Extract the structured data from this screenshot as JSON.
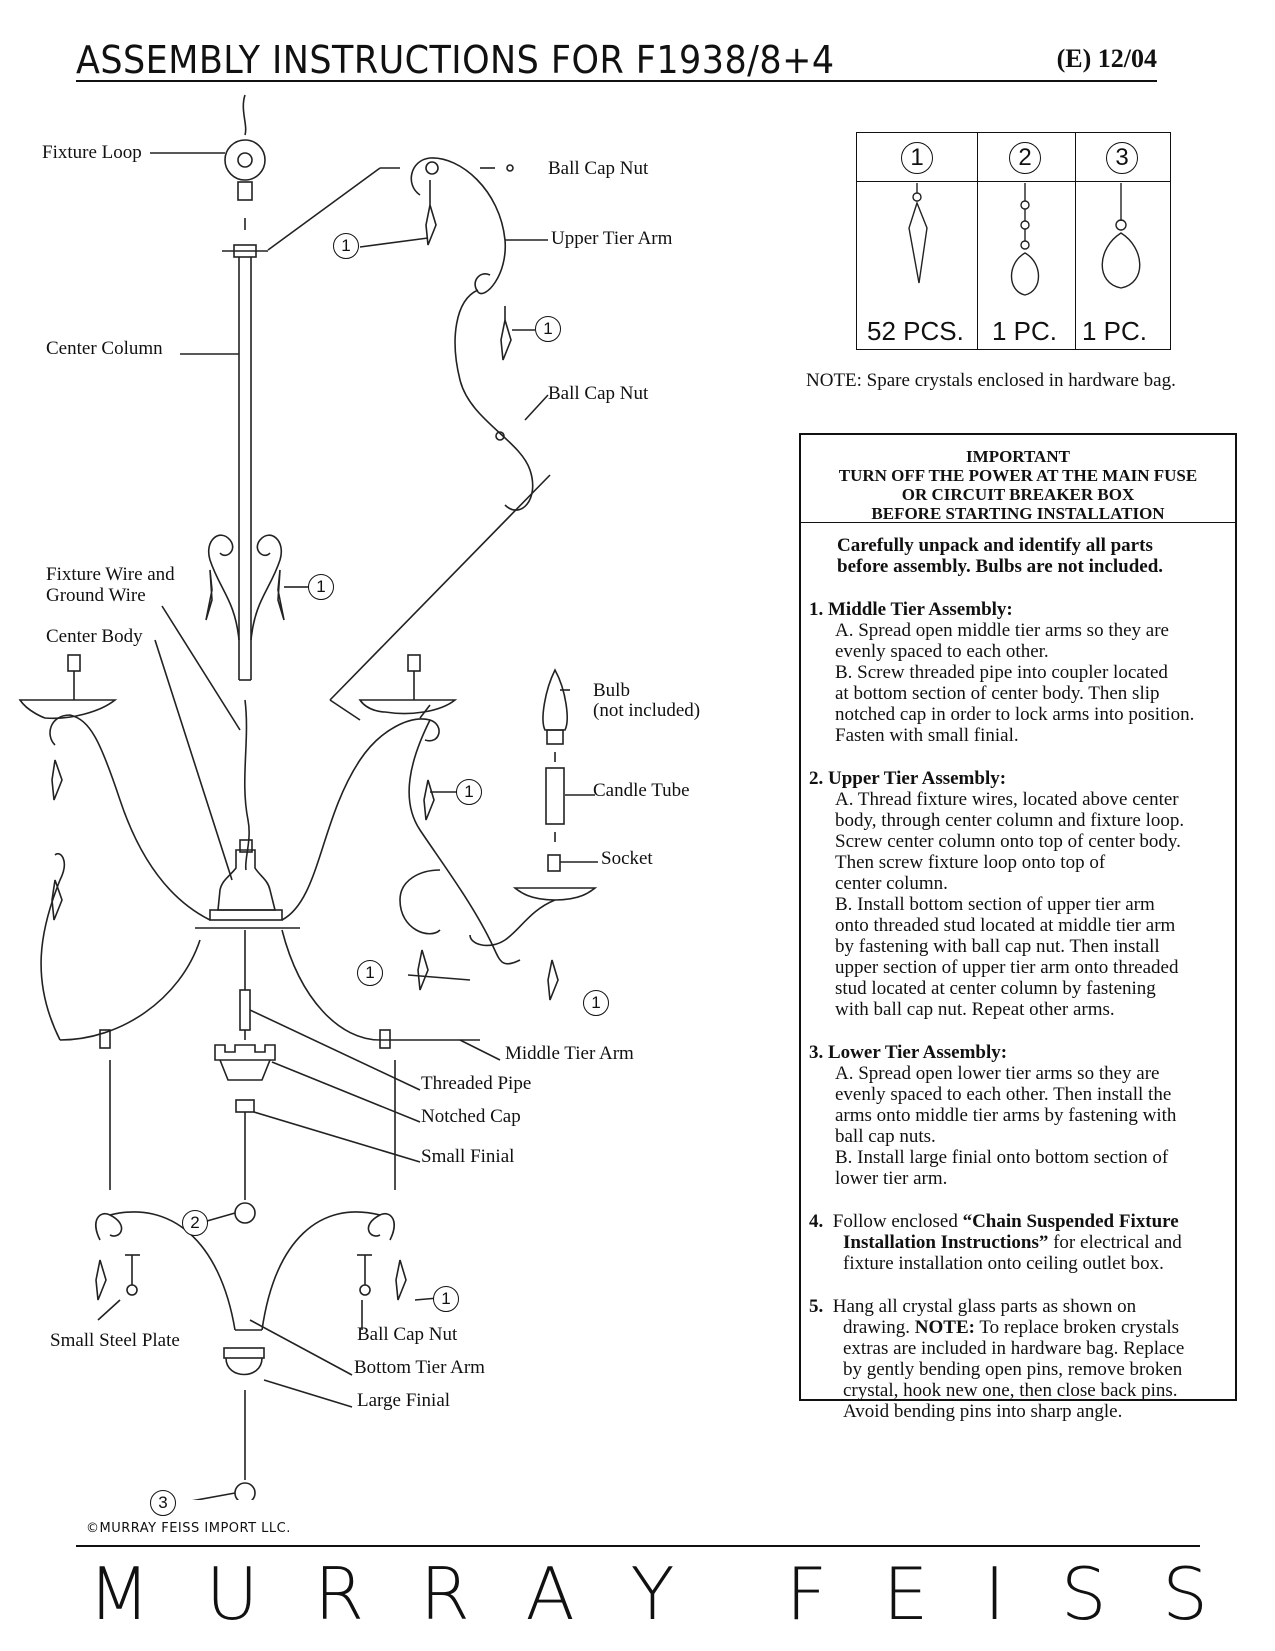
{
  "header": {
    "title": "ASSEMBLY INSTRUCTIONS FOR F1938/8+4",
    "revision": "(E)  12/04"
  },
  "labels": {
    "fixture_loop": "Fixture Loop",
    "ball_cap_nut_top": "Ball Cap Nut",
    "upper_tier_arm": "Upper Tier Arm",
    "center_column": "Center Column",
    "ball_cap_nut_mid": "Ball Cap Nut",
    "fixture_wire_1": "Fixture Wire and",
    "fixture_wire_2": "Ground Wire",
    "center_body": "Center Body",
    "bulb_1": "Bulb",
    "bulb_2": "(not included)",
    "candle_tube": "Candle Tube",
    "socket": "Socket",
    "middle_tier_arm": "Middle Tier Arm",
    "threaded_pipe": "Threaded Pipe",
    "notched_cap": "Notched Cap",
    "small_finial": "Small Finial",
    "small_steel_plate": "Small Steel Plate",
    "ball_cap_nut_bottom": "Ball Cap Nut",
    "bottom_tier_arm": "Bottom Tier Arm",
    "large_finial": "Large Finial"
  },
  "callouts": {
    "one": "1",
    "two": "2",
    "three": "3"
  },
  "crystal_table": {
    "items": [
      {
        "number": "1",
        "quantity": "52 PCS."
      },
      {
        "number": "2",
        "quantity": "1 PC."
      },
      {
        "number": "3",
        "quantity": "1 PC."
      }
    ]
  },
  "spare_note": "NOTE: Spare crystals enclosed in hardware bag.",
  "important": {
    "lines": [
      "IMPORTANT",
      "TURN OFF THE POWER AT THE MAIN FUSE",
      "OR CIRCUIT BREAKER BOX",
      "BEFORE STARTING INSTALLATION"
    ],
    "intro_1": "Carefully unpack and identify all parts",
    "intro_2": "before assembly. Bulbs are not included."
  },
  "steps": {
    "s1_heading": "1.  Middle Tier Assembly:",
    "s1_lines": [
      "A. Spread open middle tier arms so they are",
      "evenly spaced to each other.",
      "B. Screw threaded pipe into coupler located",
      "at bottom section of center body. Then slip",
      "notched cap in order to lock arms into position.",
      "Fasten with small finial."
    ],
    "s2_heading": "2.  Upper Tier Assembly:",
    "s2_lines": [
      "A.  Thread fixture wires, located above center",
      "body, through center column and fixture loop.",
      "Screw center column onto top of center body.",
      "Then screw fixture loop onto top of",
      "center column.",
      " B.  Install bottom section of upper tier arm",
      "onto threaded stud located at middle tier arm",
      "by fastening with ball cap nut.  Then install",
      "upper section of upper tier arm onto threaded",
      "stud located at center column by fastening",
      "with ball cap nut. Repeat other arms."
    ],
    "s3_heading": "3.  Lower Tier Assembly:",
    "s3_lines": [
      "A. Spread open lower tier arms so they are",
      "evenly spaced to each other. Then install the",
      "arms onto middle tier arms by fastening with",
      "ball cap nuts.",
      "B. Install large finial onto bottom section of",
      "lower tier arm."
    ],
    "s4_num": "4.",
    "s4_pre": "Follow enclosed ",
    "s4_bold": "“Chain Suspended Fixture",
    "s4_bold2": "Installation Instructions”",
    "s4_post": " for electrical and",
    "s4_line3": "fixture installation onto ceiling outlet box.",
    "s5_num": "5.",
    "s5_line1": "Hang all crystal glass parts as shown on",
    "s5_pre": "drawing. ",
    "s5_bold": "NOTE:",
    "s5_post": " To replace broken crystals",
    "s5_lines": [
      "extras are included in hardware bag. Replace",
      "by gently bending open pins, remove broken",
      "crystal, hook new one, then close back pins.",
      "Avoid bending pins into sharp angle."
    ]
  },
  "footer": {
    "copyright": "©MURRAY FEISS IMPORT LLC.",
    "brand_letters": [
      "M",
      "U",
      "R",
      "R",
      "A",
      "Y",
      " ",
      "F",
      "E",
      "I",
      "S",
      "S"
    ]
  }
}
